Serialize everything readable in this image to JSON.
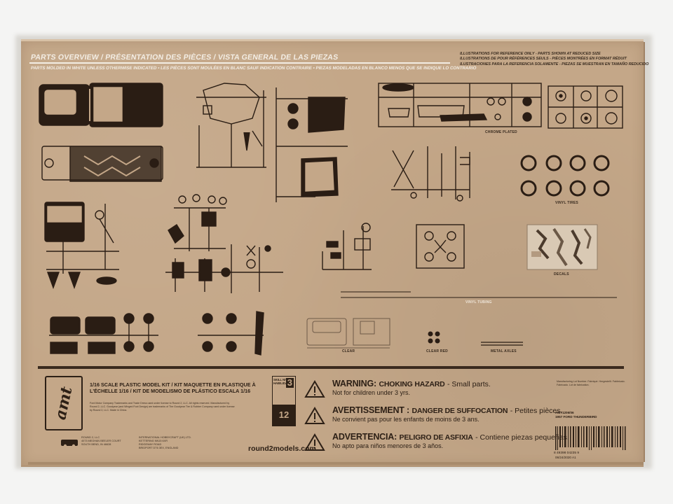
{
  "header": {
    "title": "PARTS OVERVIEW / PRÉSENTATION DES PIÈCES / VISTA GENERAL DE LAS PIEZAS",
    "subtitle": "PARTS MOLDED IN WHITE UNLESS OTHERWISE INDICATED  •  LES PIÈCES SONT MOULÉES EN BLANC SAUF INDICATION CONTRAIRE  •  PIEZAS MODELADAS EN BLANCO MENOS QUE SE INDIQUE LO CONTRARIO",
    "reference_notes": [
      "ILLUSTRATIONS FOR REFERENCE ONLY - PARTS SHOWN AT REDUCED SIZE",
      "ILLUSTRATIONS DE POUR RÉFÉRENCES SEULS - PIÈCES MONTRÉES EN FORMAT RÉDUIT",
      "ILUSTRACIONES PARA LA REFERENCIA SOLAMENTE - PIEZAS SE MUESTRAN EN TAMAÑO REDUCIDO"
    ]
  },
  "part_labels": {
    "chrome": "CHROME PLATED",
    "tires": "VINYL TIRES",
    "decals": "DECALS",
    "tubing": "VINYL TUBING",
    "clear": "CLEAR",
    "clear_red": "CLEAR RED",
    "axles": "METAL AXLES"
  },
  "brand": {
    "logo_text": "amt",
    "kit_title": "1/16 SCALE PLASTIC MODEL KIT / KIT MAQUETTE EN PLASTIQUE À L'ÉCHELLE 1/16 / KIT DE MODELISMO DE PLÁSTICO ESCALA 1/16",
    "trademark_text": "Ford Motor Company Trademarks and Trade Dress used under license to Round 2, LLC. All rights reserved. Manufactured by Round 2, LLC. Goodyear (and Winged Foot Design) are trademarks of The Goodyear Tire & Rubber Company used under license by Round 2, LLC. Made in China.",
    "website": "round2models.com"
  },
  "skill": {
    "label": "SKILL NIVEAU HABILIDAD",
    "level": "3",
    "age": "12"
  },
  "warnings": [
    {
      "title": "WARNING:",
      "hazard": "CHOKING HAZARD",
      "detail": "- Small parts.",
      "note": "Not for children under 3 yrs."
    },
    {
      "title": "AVERTISSEMENT :",
      "hazard": "DANGER DE SUFFOCATION",
      "detail": "- Petites pièces.",
      "note": "Ne convient pas pour les enfants de moins de 3 ans."
    },
    {
      "title": "ADVERTENCIA:",
      "hazard": "PELIGRO DE ASFIXIA",
      "detail": "- Contiene piezas pequeñas.",
      "note": "No apto para niños menores de 3 años."
    }
  ],
  "addresses": {
    "us": "ROUND 2, LLC\n4073 MEGHAN BEELER COURT\nSOUTH BEND, IN 46628",
    "intl": "INTERNATIONAL HOBBYCRAFT (UK) LTD.\nKETTERING NN15 6XR\nRIDGEWAY ROAD\nBRIDPORT DT6 3EX, ENGLAND"
  },
  "side_info": "Manufacturing Lot Number. Fabriqué. Hergestellt. Fabbricato. Fabricado. Lot de fabrication.",
  "product": {
    "sku": "AMT1206/06",
    "name": "1957 FORD THUNDERBIRD",
    "barcode_number": "8 49398 04235 9",
    "date": "06/24/2020 A1"
  },
  "colors": {
    "cardboard": "#c4a788",
    "ink": "#2d2016",
    "header_text": "#f3ede4"
  }
}
